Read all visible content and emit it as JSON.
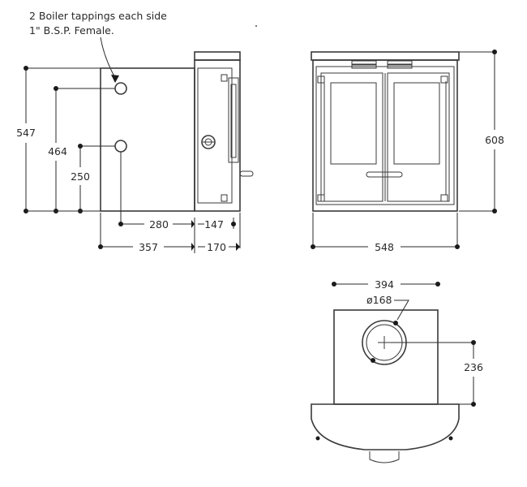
{
  "note": {
    "line1": "2 Boiler tappings each side",
    "line2": "1\" B.S.P. Female."
  },
  "side_view": {
    "height_total": "547",
    "height_upper_tapping": "464",
    "height_lower_tapping": "250",
    "depth_tapping_to_back": "280",
    "depth_front_section": "147",
    "depth_body": "357",
    "depth_front_total": "170"
  },
  "front_view": {
    "height": "608",
    "width": "548"
  },
  "top_view": {
    "width": "394",
    "flue_diameter": "ø168",
    "flue_offset": "236"
  }
}
